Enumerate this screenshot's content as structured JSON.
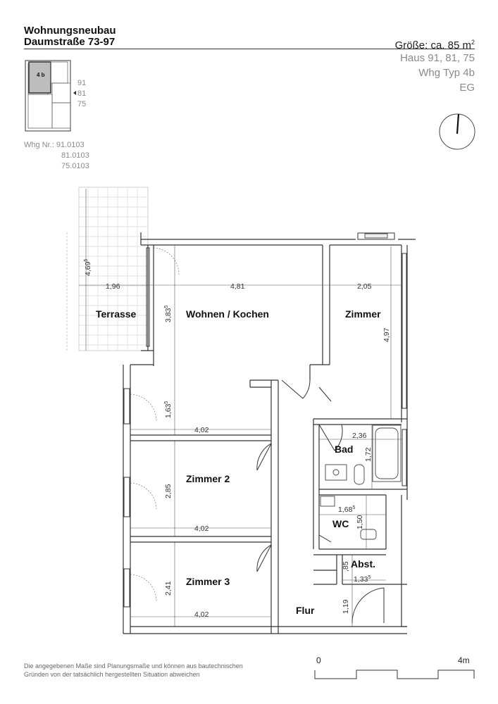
{
  "header": {
    "title_line1": "Wohnungsneubau",
    "title_line2": "Daumstraße 73-97",
    "size_label": "Größe: ca. 85 m",
    "size_sup": "2",
    "haus": "Haus 91, 81, 75",
    "typ": "Whg Typ 4b",
    "floor": "EG"
  },
  "keyplan": {
    "unit_label": "4 b",
    "levels": [
      "91",
      "81",
      "75"
    ]
  },
  "whg_nr": {
    "label": "Whg Nr.:",
    "numbers": [
      "91.0103",
      "81.0103",
      "75.0103"
    ]
  },
  "rooms": {
    "terrasse": "Terrasse",
    "wohnen": "Wohnen / Kochen",
    "zimmer": "Zimmer",
    "zimmer2": "Zimmer 2",
    "zimmer3": "Zimmer 3",
    "bad": "Bad",
    "wc": "WC",
    "abst": "Abst.",
    "flur": "Flur"
  },
  "dims": {
    "terrace_depth": "4,69",
    "terrace_depth_sup": "5",
    "terrace_width": "1,96",
    "wohnen_width": "4,81",
    "zimmer_width": "2,05",
    "wohnen_depth": "3,83",
    "wohnen_depth_sup": "5",
    "zimmer_depth": "4,97",
    "wohnen_extra": "1,63",
    "wohnen_extra_sup": "5",
    "width_402_a": "4,02",
    "zimmer2_depth": "2,85",
    "width_402_b": "4,02",
    "zimmer3_depth": "2,41",
    "width_402_c": "4,02",
    "bad_width": "2,36",
    "bad_depth": "1,72",
    "wc_width": "1,68",
    "wc_width_sup": "5",
    "wc_depth": "1,50",
    "abst_depth": ",85",
    "abst_width": "1,33",
    "abst_width_sup": "5",
    "flur_depth": "1,19"
  },
  "footer": {
    "disclaimer_line1": "Die angegebenen Maße sind Planungsmaße und können aus bautechnischen",
    "disclaimer_line2": "Gründen von der tatsächlich hergestellten Situation abweichen",
    "scale_start": "0",
    "scale_end": "4m"
  },
  "colors": {
    "wall": "#333333",
    "dim": "#555555",
    "grid": "#d8d8d8",
    "keyplan_highlight": "#bdbdbd"
  }
}
